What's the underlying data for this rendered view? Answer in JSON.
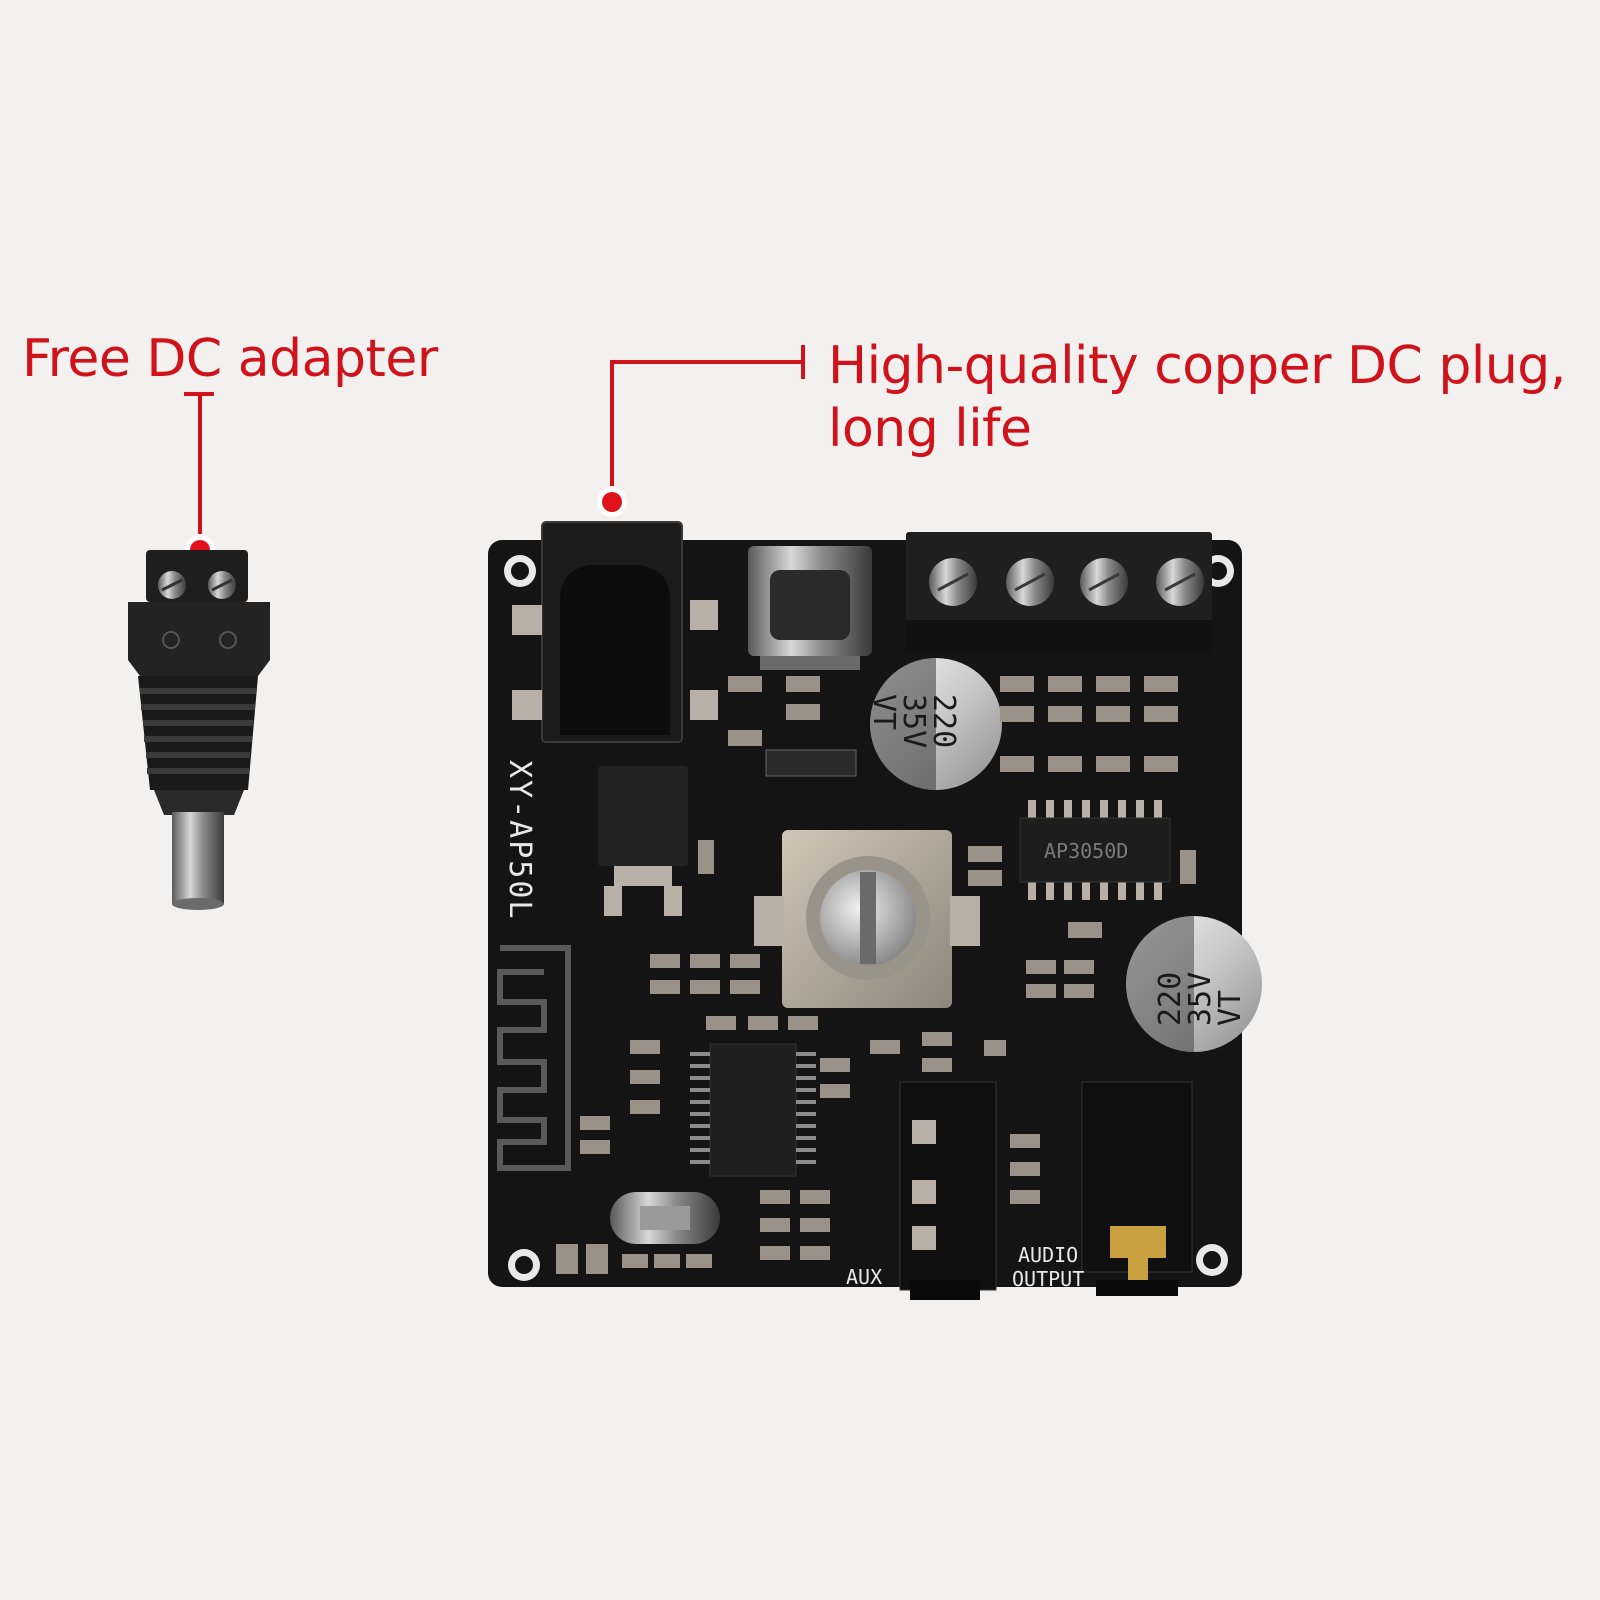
{
  "callouts": {
    "left": "Free DC adapter",
    "right": "High-quality copper DC plug, long life"
  },
  "board": {
    "model": "XY-AP50L",
    "chip": "AP3050D",
    "capacitor_top": [
      "220",
      "35V",
      "VT"
    ],
    "capacitor_bottom": [
      "220",
      "35V",
      "VT"
    ],
    "aux_label": "AUX",
    "output_label": [
      "AUDIO",
      "OUTPUT"
    ]
  },
  "colors": {
    "accent": "#d0121b",
    "board": "#141414",
    "background": "#f2f1ef"
  }
}
